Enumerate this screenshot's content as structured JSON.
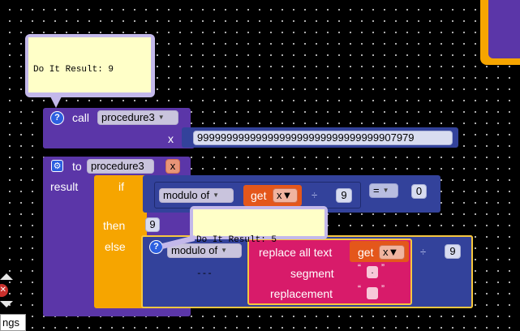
{
  "bubbles": {
    "top": {
      "line1": "Do It Result: 9",
      "line2": "---"
    },
    "middle": {
      "line1": "Do It Result: 5",
      "line2": "---"
    }
  },
  "call_block": {
    "keyword": "call",
    "procedure": "procedure3",
    "arg_label": "x",
    "arg_value": "9999999999999999999999999999999907979"
  },
  "def_block": {
    "keyword": "to",
    "procedure": "procedure3",
    "param": "x",
    "result_label": "result"
  },
  "if_block": {
    "if_label": "if",
    "then_label": "then",
    "else_label": "else",
    "then_value": "9"
  },
  "if_condition": {
    "modulo_label": "modulo of",
    "get_label": "get",
    "get_var": "x",
    "divide_sign": "÷",
    "divisor": "9",
    "compare_op": "=",
    "compare_value": "0"
  },
  "else_expr": {
    "modulo_label": "modulo of",
    "replace_label": "replace all text",
    "get_label": "get",
    "get_var": "x",
    "segment_label": "segment",
    "replacement_label": "replacement",
    "quote_open": "“",
    "quote_close": "”",
    "divide_sign": "÷",
    "divisor": "9"
  },
  "warning": {
    "count_label": "ngs"
  },
  "icons": {
    "help": "?",
    "gear": "⚙",
    "close": "x",
    "dropdown": "▼",
    "warn_close": "✕"
  },
  "colors": {
    "procedure": "#5b36a8",
    "math": "#33429b",
    "control": "#f6a500",
    "variable": "#e4571b",
    "text": "#d81b6a",
    "workspace": "#000000"
  }
}
